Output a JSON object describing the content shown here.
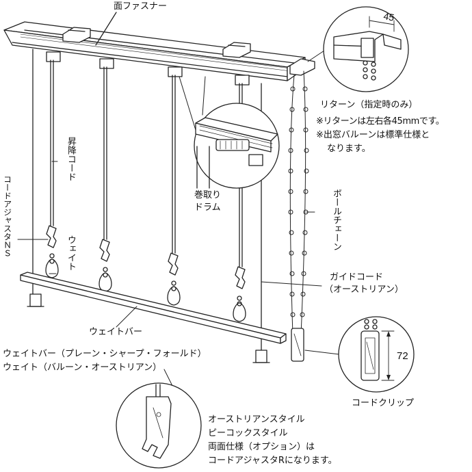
{
  "labels": {
    "face_fastener": "面ファスナー",
    "return_title": "リターン（指定時のみ）",
    "return_note1": "※リターンは左右各45mmです。",
    "return_note2": "※出窓バルーンは標準仕様と",
    "return_note3": "なります。",
    "lift_cord": "昇降コード",
    "cord_adjuster": "コードアジャスタＮＳ",
    "weight": "ウェイト",
    "winding_drum_1": "巻取り",
    "winding_drum_2": "ドラム",
    "ball_chain": "ボールチェーン",
    "guide_cord_1": "ガイドコード",
    "guide_cord_2": "（オーストリアン）",
    "weight_bar": "ウェイトバー",
    "weightbar_types": "ウェイトバー（プレーン・シャープ・フォールド）",
    "weight_types": "ウェイト（バルーン・オーストリアン）",
    "bottom_note1": "オーストリアンスタイル",
    "bottom_note2": "ピーコックスタイル",
    "bottom_note3": "両面仕様（オプション）は",
    "bottom_note4": "コードアジャスタRになります。",
    "cord_clip": "コードクリップ"
  },
  "dimensions": {
    "return_width": "45",
    "clip_height": "72"
  }
}
